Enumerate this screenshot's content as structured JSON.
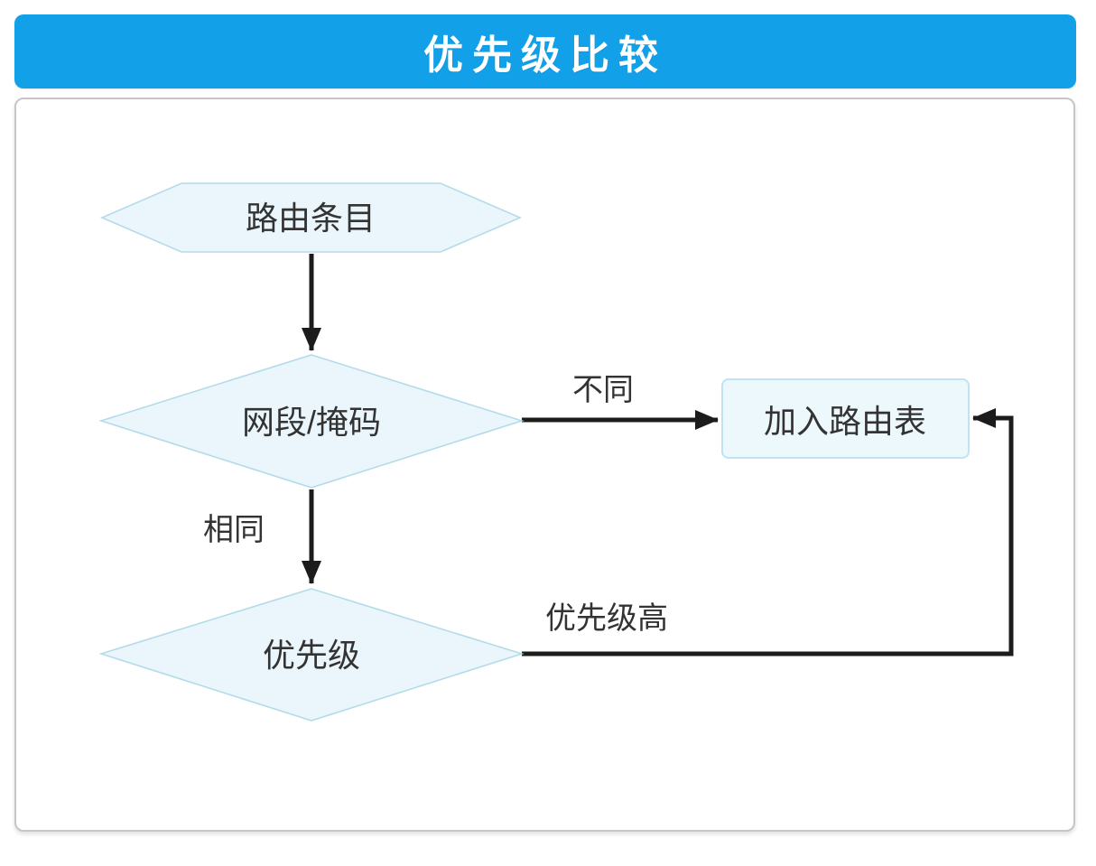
{
  "title": "优先级比较",
  "colors": {
    "header_bg": "#12a0e9",
    "header_text": "#ffffff",
    "shape_fill": "#eaf6fb",
    "shape_border": "#b4dbe9",
    "arrow_line": "#1c1c1c",
    "panel_border": "#c6c6c6",
    "label_text": "#333333"
  },
  "diagram": {
    "nodes": [
      {
        "id": "start",
        "shape": "hexagon",
        "label": "路由条目"
      },
      {
        "id": "decision1",
        "shape": "diamond",
        "label": "网段/掩码"
      },
      {
        "id": "action",
        "shape": "rect",
        "label": "加入路由表"
      },
      {
        "id": "decision2",
        "shape": "diamond",
        "label": "优先级"
      }
    ],
    "edges": [
      {
        "from": "start",
        "to": "decision1",
        "label": ""
      },
      {
        "from": "decision1",
        "to": "action",
        "label": "不同"
      },
      {
        "from": "decision1",
        "to": "decision2",
        "label": "相同"
      },
      {
        "from": "decision2",
        "to": "action",
        "label": "优先级高"
      }
    ]
  }
}
